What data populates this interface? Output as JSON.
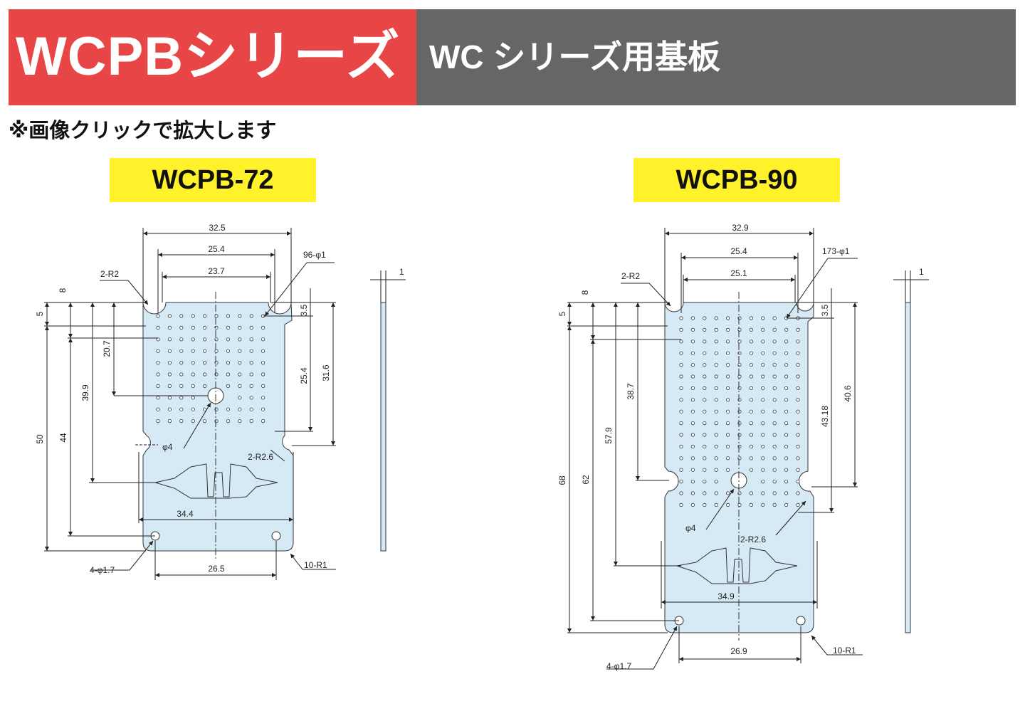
{
  "header": {
    "series_title": "WCPBシリーズ",
    "series_subtitle": "WC シリーズ用基板",
    "note": "※画像クリックで拡大します"
  },
  "colors": {
    "header_red": "#e84646",
    "header_gray": "#676565",
    "label_yellow": "#fff22a",
    "board_fill": "#d6eaf6"
  },
  "boards": [
    {
      "model": "WCPB-72",
      "dims": {
        "width_total": "32.5",
        "pitch_width": "25.4",
        "hole_span": "23.7",
        "holes": "96-φ1",
        "notch_top": "2-R2",
        "top_8": "8",
        "top_5": "5",
        "top_3_5": "3.5",
        "h_20_7": "20.7",
        "h_39_9": "39.9",
        "h_44": "44",
        "h_50": "50",
        "h_25_4": "25.4",
        "h_31_6": "31.6",
        "center_hole": "φ4",
        "notch_side": "2-R2.6",
        "width_lower": "34.4",
        "mount_span": "26.5",
        "mount_holes": "4-φ1.7",
        "corner_r": "10-R1",
        "thickness": "1"
      }
    },
    {
      "model": "WCPB-90",
      "dims": {
        "width_total": "32.9",
        "pitch_width": "25.4",
        "hole_span": "25.1",
        "holes": "173-φ1",
        "notch_top": "2-R2",
        "top_8": "8",
        "top_5": "5",
        "top_3_5": "3.5",
        "h_38_7": "38.7",
        "h_57_9": "57.9",
        "h_62": "62",
        "h_68": "68",
        "h_43_18": "43.18",
        "h_40_6": "40.6",
        "center_hole": "φ4",
        "notch_side": "2-R2.6",
        "width_lower": "34.9",
        "mount_span": "26.9",
        "mount_holes": "4-φ1.7",
        "corner_r": "10-R1",
        "thickness": "1"
      }
    }
  ]
}
